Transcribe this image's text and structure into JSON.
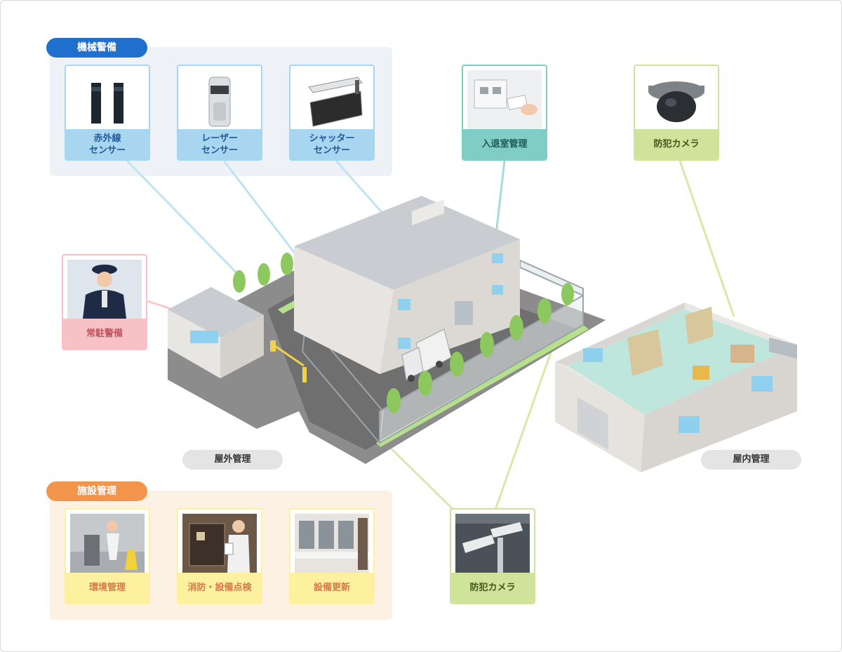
{
  "groups": {
    "mechanical": {
      "label": "機械警備",
      "color": "#1f6fcf"
    },
    "facility": {
      "label": "施設管理",
      "color": "#f2954b"
    }
  },
  "cards": {
    "infrared": {
      "label": "赤外線\nセンサー",
      "icon": "infrared-sensor"
    },
    "laser": {
      "label": "レーザー\nセンサー",
      "icon": "laser-sensor"
    },
    "shutter": {
      "label": "シャッター\nセンサー",
      "icon": "shutter-sensor"
    },
    "access": {
      "label": "入退室管理",
      "icon": "card-reader"
    },
    "camera_dome": {
      "label": "防犯カメラ",
      "icon": "dome-camera"
    },
    "guard": {
      "label": "常駐警備",
      "icon": "security-guard"
    },
    "env": {
      "label": "環境管理",
      "icon": "cleaning-staff"
    },
    "fire": {
      "label": "消防・設備点検",
      "icon": "inspection-staff"
    },
    "renew": {
      "label": "設備更新",
      "icon": "restroom"
    },
    "camera_outdoor": {
      "label": "防犯カメラ",
      "icon": "outdoor-camera"
    }
  },
  "areas": {
    "outdoor": "屋外管理",
    "indoor": "屋内管理"
  },
  "colors": {
    "sensor_line": "#bfe3f3",
    "teal_line": "#a6dcd6",
    "green_line": "#d7e8a8",
    "pink_line": "#f6c9cd"
  }
}
